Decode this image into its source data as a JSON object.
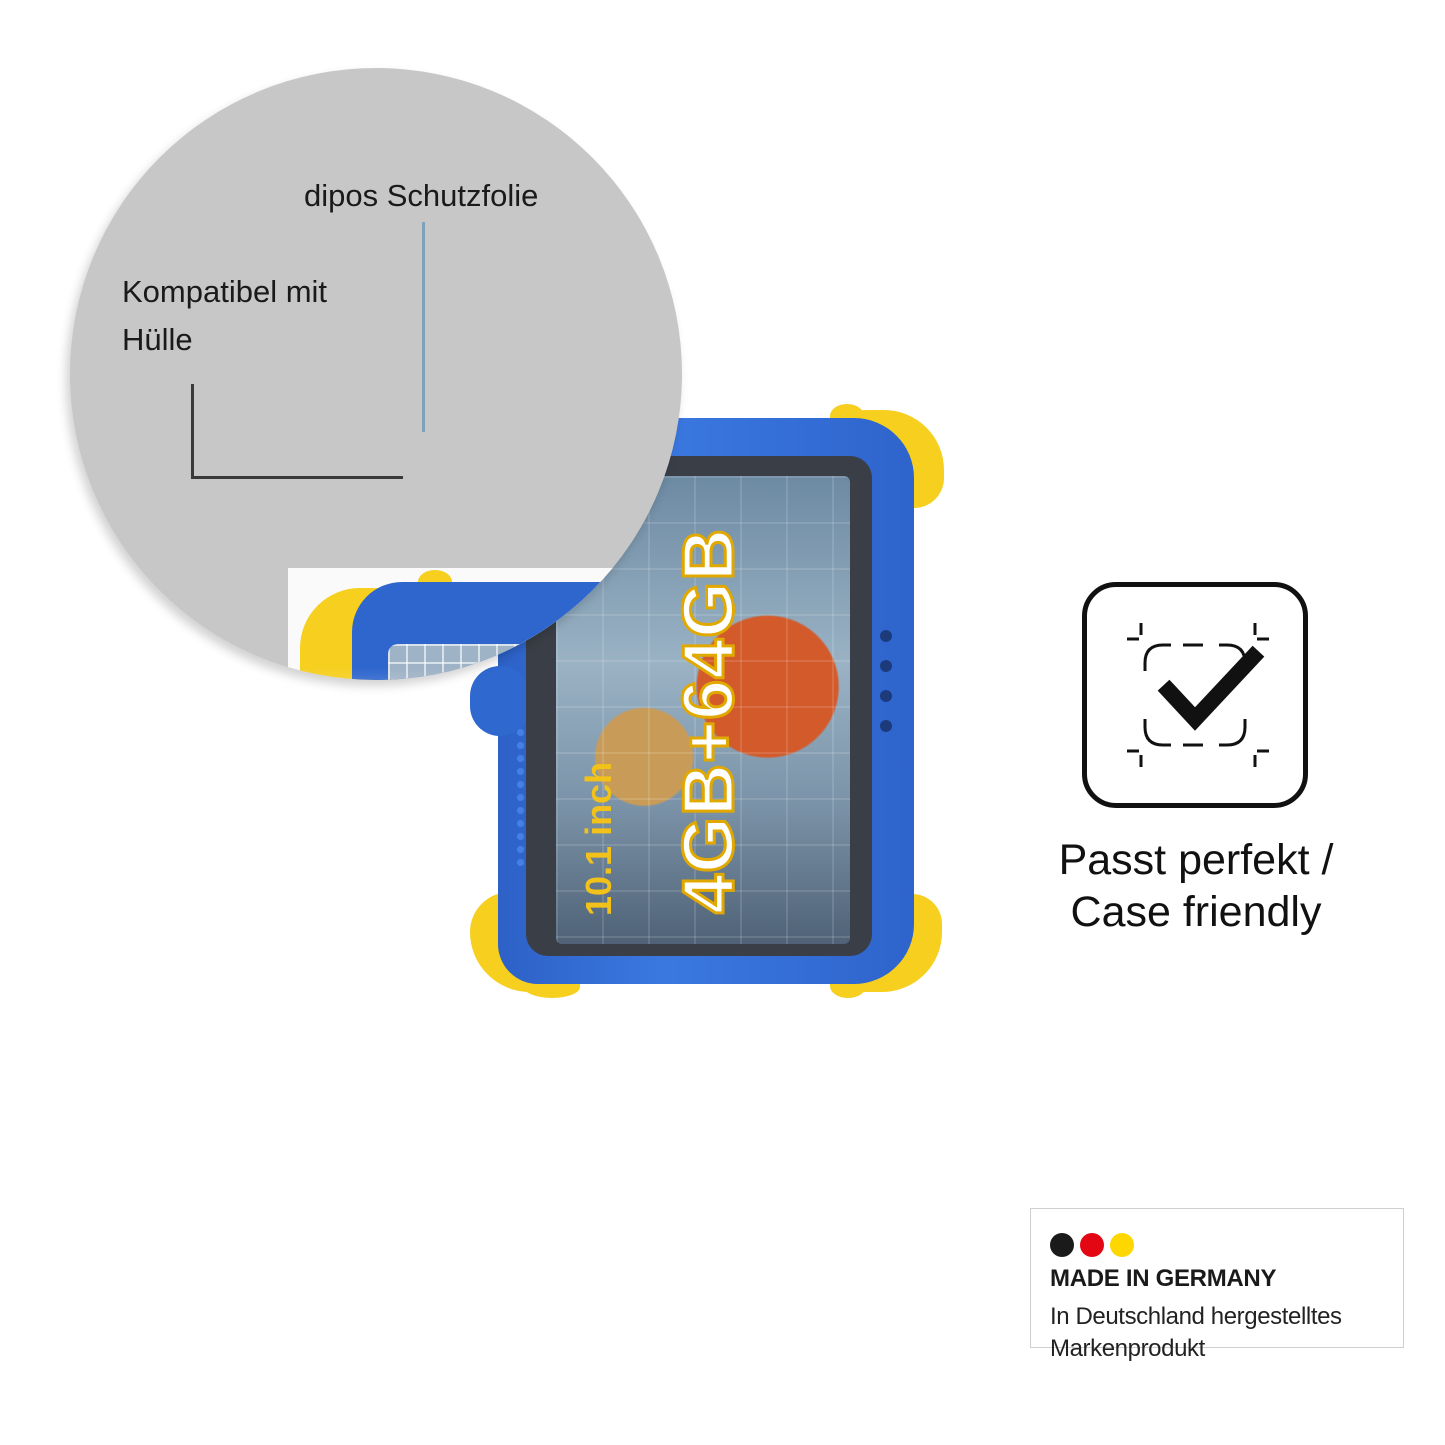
{
  "circle": {
    "label_protector": "dipos Schutzfolie",
    "label_compatible": "Kompatibel mit Hülle"
  },
  "tablet": {
    "screen_capacity": "4GB+64GB",
    "screen_size": "10.1 inch"
  },
  "feature": {
    "icon": "check-in-frame-icon",
    "text": "Passt perfekt / Case friendly"
  },
  "badge": {
    "title": "MADE IN GERMANY",
    "subtitle": "In Deutschland hergestelltes Markenprodukt",
    "flag_colors": [
      "#1a1a1a",
      "#e30613",
      "#ffd700"
    ]
  }
}
